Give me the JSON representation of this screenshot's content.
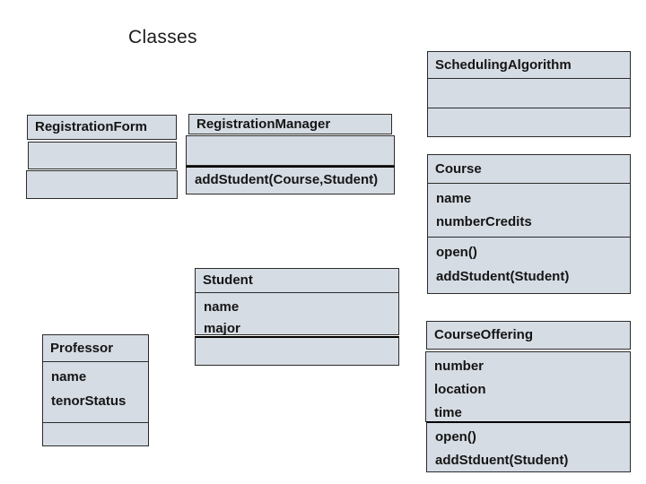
{
  "page": {
    "title": "Classes"
  },
  "colors": {
    "background": "#ffffff",
    "box_fill": "#d6dce4",
    "box_border": "#2b2b2b",
    "thick_divider": "#000000",
    "text": "#151515"
  },
  "classes": [
    {
      "name": "SchedulingAlgorithm",
      "attributes": [],
      "operations": []
    },
    {
      "name": "RegistrationForm",
      "attributes": [],
      "operations": []
    },
    {
      "name": "RegistrationManager",
      "attributes": [],
      "operations": [
        "addStudent(Course,Student)"
      ]
    },
    {
      "name": "Course",
      "attributes": [
        "name",
        "numberCredits"
      ],
      "operations": [
        "open()",
        "addStudent(Student)"
      ]
    },
    {
      "name": "Student",
      "attributes": [
        "name",
        "major"
      ],
      "operations": []
    },
    {
      "name": "Professor",
      "attributes": [
        "name",
        "tenorStatus"
      ],
      "operations": []
    },
    {
      "name": "CourseOffering",
      "attributes": [
        "number",
        "location",
        "time"
      ],
      "operations": [
        "open()",
        "addStduent(Student)"
      ]
    }
  ]
}
